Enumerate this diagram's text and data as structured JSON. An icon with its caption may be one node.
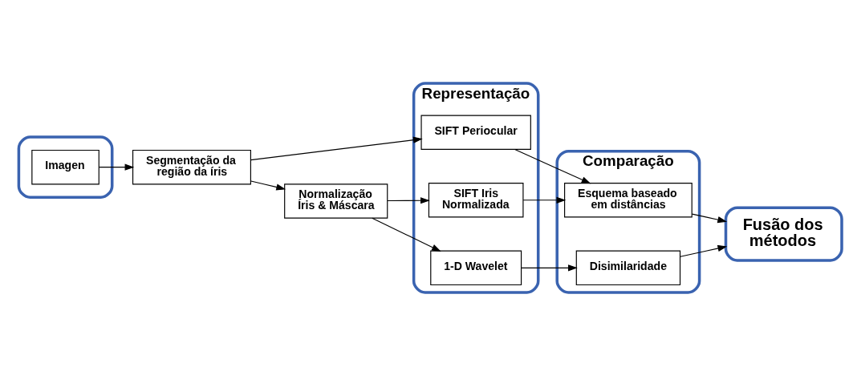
{
  "diagram": {
    "nodes": [
      {
        "text": [],
        "shape": "box"
      },
      {
        "text": [
          "Imagen"
        ],
        "in": 0
      },
      {
        "text": [
          "Segmentação da região da íris"
        ]
      },
      {
        "text": [
          "Normalização Íris & Máscara"
        ]
      },
      {
        "text": [
          "Representação"
        ]
      },
      {
        "text": [
          "SIFT Periocular"
        ],
        "in": 4
      },
      {
        "text": [
          "SIFT Iris Normalizada"
        ],
        "in": 4
      },
      {
        "text": [
          "1-D Wavelet"
        ],
        "in": 4
      },
      {
        "text": [
          "Comparação"
        ]
      },
      {
        "text": [
          "Esquema baseado em distâncias"
        ],
        "in": 8
      },
      {
        "text": [
          "Disimilaridade"
        ],
        "in": 8
      },
      {
        "text": [
          "Fusão dos métodos"
        ]
      }
    ],
    "edges": [
      {
        "from": 1,
        "to": 2,
        "arrow": "to"
      },
      {
        "from": 2,
        "to": 5,
        "arrow": "to"
      },
      {
        "from": 2,
        "to": 3,
        "arrow": "to"
      },
      {
        "from": 3,
        "to": 6,
        "arrow": "to"
      },
      {
        "from": 3,
        "to": 7,
        "arrow": "to"
      },
      {
        "from": 5,
        "to": 9,
        "arrow": "to"
      },
      {
        "from": 6,
        "to": 9,
        "arrow": "to"
      },
      {
        "from": 7,
        "to": 10,
        "arrow": "to"
      },
      {
        "from": 9,
        "to": 11,
        "arrow": "to"
      },
      {
        "from": 10,
        "to": 11,
        "arrow": "to"
      }
    ]
  }
}
